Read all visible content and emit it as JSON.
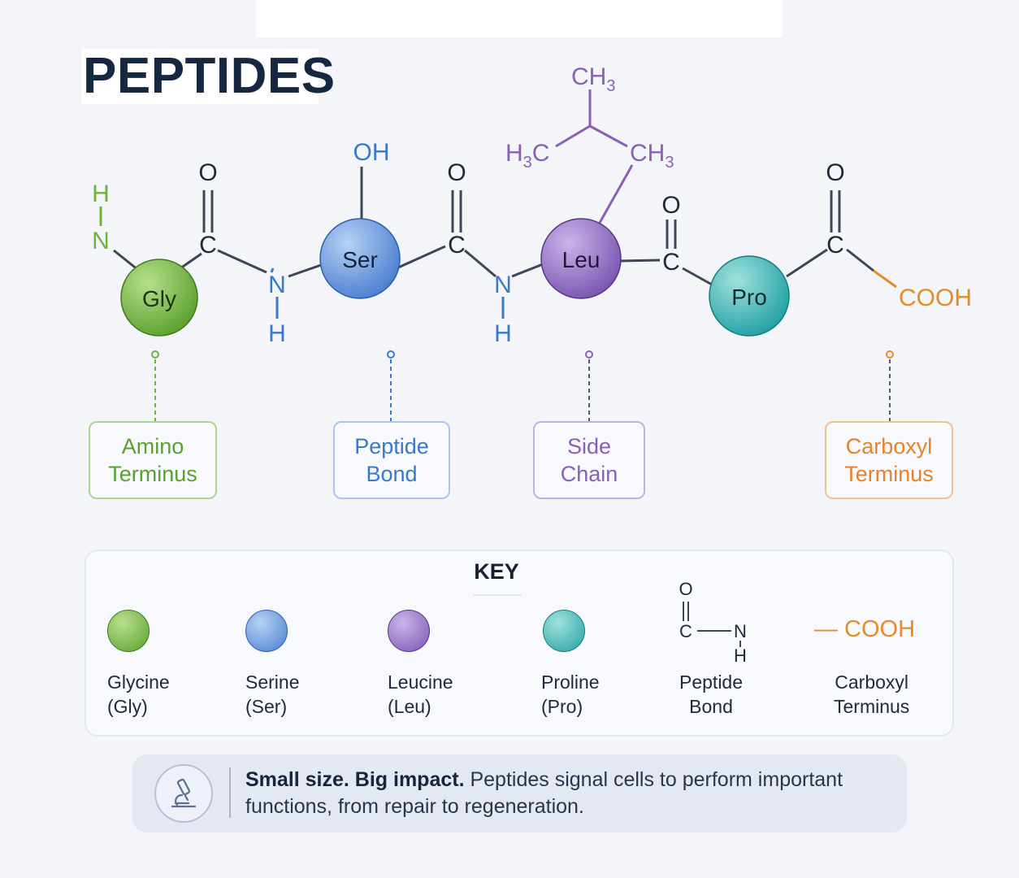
{
  "title": "PEPTIDES",
  "residues": {
    "gly": {
      "label": "Gly",
      "color": "#6cb33f"
    },
    "ser": {
      "label": "Ser",
      "color": "#5a8fdc"
    },
    "leu": {
      "label": "Leu",
      "color": "#8a66bd"
    },
    "pro": {
      "label": "Pro",
      "color": "#2fb1b1"
    }
  },
  "atoms": {
    "h": "H",
    "n": "N",
    "c": "C",
    "o": "O",
    "oh": "OH",
    "ch3": "CH",
    "h3c_h": "H",
    "h3c_c": "C",
    "sub3": "3",
    "cooh": "COOH"
  },
  "callouts": {
    "amino": {
      "line1": "Amino",
      "line2": "Terminus",
      "color": "#6cb33f"
    },
    "peptide": {
      "line1": "Peptide",
      "line2": "Bond",
      "color": "#3a78c9"
    },
    "side": {
      "line1": "Side",
      "line2": "Chain",
      "color": "#8a5fb8"
    },
    "carboxyl": {
      "line1": "Carboxyl",
      "line2": "Terminus",
      "color": "#e98a2a"
    }
  },
  "key": {
    "title": "KEY",
    "items": [
      {
        "line1": "Glycine",
        "line2": "(Gly)"
      },
      {
        "line1": "Serine",
        "line2": "(Ser)"
      },
      {
        "line1": "Leucine",
        "line2": "(Leu)"
      },
      {
        "line1": "Proline",
        "line2": "(Pro)"
      },
      {
        "line1": "Peptide",
        "line2": "Bond"
      },
      {
        "line1": "Carboxyl",
        "line2": "Terminus"
      }
    ],
    "cooh": "— COOH"
  },
  "note": {
    "bold": "Small size. Big impact.",
    "text": " Peptides signal cells to perform important functions, from repair to regeneration.",
    "icon": "microscope-icon"
  }
}
